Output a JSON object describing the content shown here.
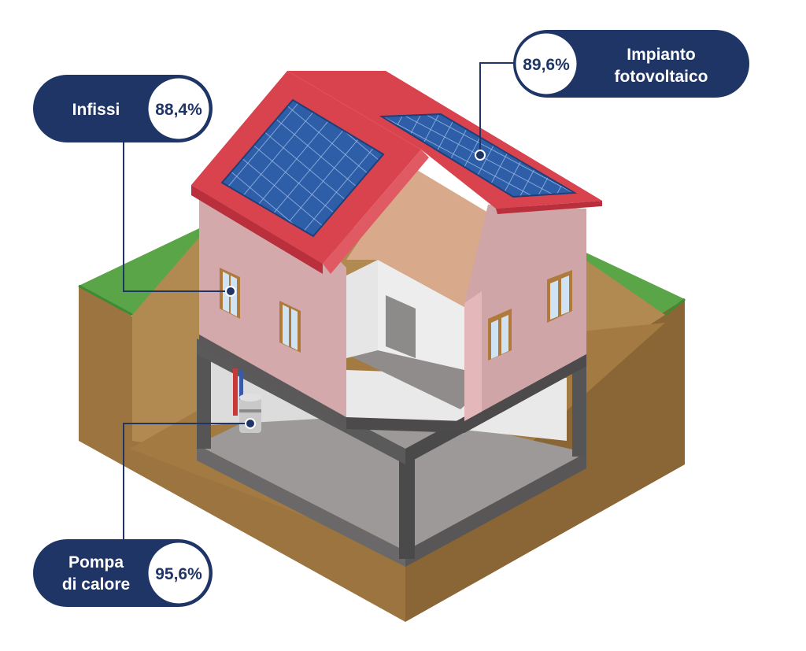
{
  "callouts": {
    "infissi": {
      "label": "Infissi",
      "value": "88,4%"
    },
    "fotovoltaico": {
      "label_line1": "Impianto",
      "label_line2": "fotovoltaico",
      "value": "89,6%"
    },
    "pompa": {
      "label_line1": "Pompa",
      "label_line2": "di calore",
      "value": "95,6%"
    }
  },
  "colors": {
    "navy": "#1f3566",
    "roof": "#d9434e",
    "solar": "#2f5ea8",
    "wall": "#d9aeb0",
    "grass": "#5aa548",
    "soil": "#a67c44",
    "frame": "#555555"
  }
}
